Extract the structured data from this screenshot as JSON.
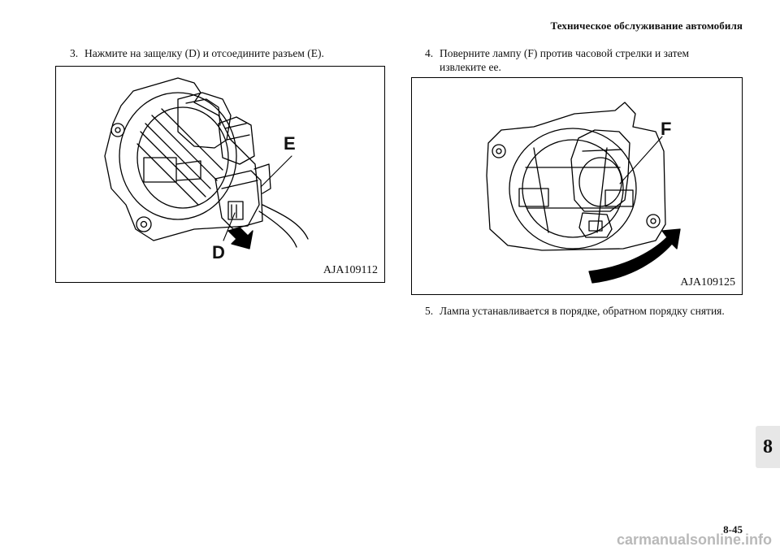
{
  "header": {
    "title": "Техническое обслуживание автомобиля"
  },
  "steps": {
    "step3": {
      "number": "3.",
      "text": "Нажмите на защелку (D) и отсоедините разъем (E)."
    },
    "step4": {
      "number": "4.",
      "line1": "Поверните лампу (F) против часовой стрелки и затем",
      "line2": "извлеките ее."
    },
    "step5": {
      "number": "5.",
      "text": "Лампа устанавливается в порядке, обратном порядку снятия."
    }
  },
  "figures": {
    "left": {
      "code": "AJA109112",
      "label_e": "E",
      "label_d": "D"
    },
    "right": {
      "code": "AJA109125",
      "label_f": "F"
    }
  },
  "chapter_tab": "8",
  "page_number": "8-45",
  "watermark": "carmanualsonline.info"
}
